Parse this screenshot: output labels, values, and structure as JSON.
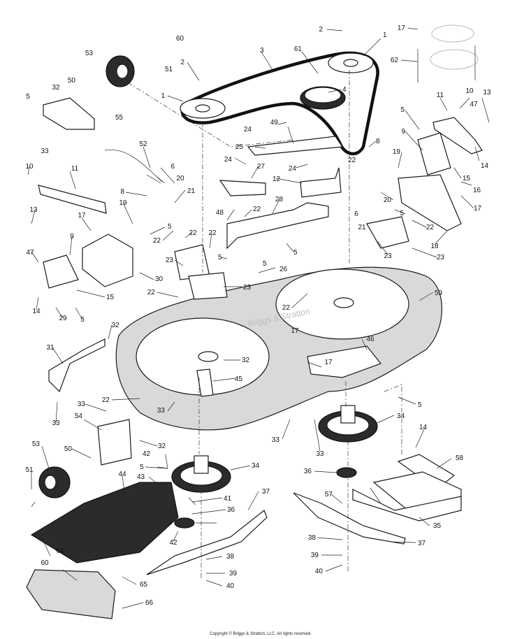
{
  "copyright": "Copyright © Briggs & Stratton, LLC. All rights reserved.",
  "deck_watermark": "Briggs & Stratton",
  "callouts": [
    "1",
    "2",
    "3",
    "4",
    "5",
    "6",
    "8",
    "9",
    "10",
    "11",
    "12",
    "13",
    "14",
    "15",
    "16",
    "17",
    "18",
    "19",
    "20",
    "21",
    "22",
    "23",
    "24",
    "25",
    "26",
    "27",
    "28",
    "29",
    "30",
    "31",
    "32",
    "33",
    "34",
    "35",
    "36",
    "37",
    "38",
    "39",
    "40",
    "41",
    "42",
    "43",
    "44",
    "45",
    "46",
    "47",
    "48",
    "49",
    "50",
    "51",
    "52",
    "53",
    "54",
    "55",
    "57",
    "58",
    "59",
    "60",
    "61",
    "62",
    "64",
    "65",
    "66"
  ]
}
